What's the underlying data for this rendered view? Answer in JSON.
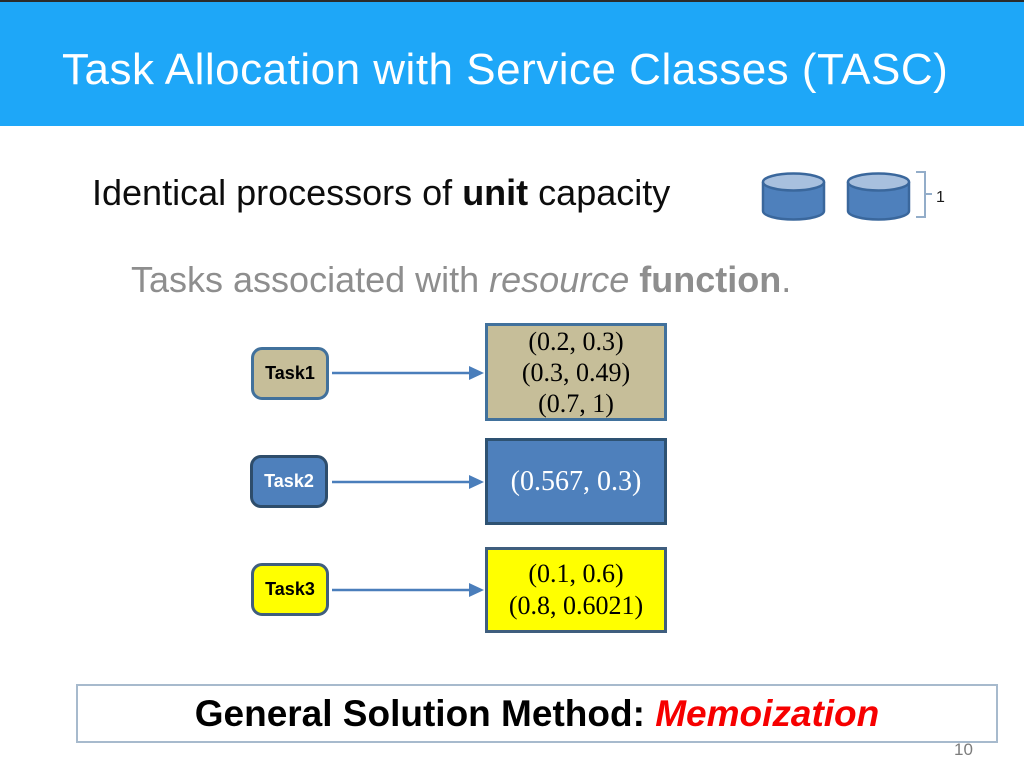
{
  "header": {
    "title": "Task Allocation with Service Classes (TASC)"
  },
  "statements": {
    "processors": {
      "prefix": "Identical processors of ",
      "bold": "unit",
      "suffix": " capacity"
    },
    "capacity_value": "1",
    "tasks": {
      "prefix": "Tasks associated with ",
      "italic": "resource ",
      "bold": "function",
      "suffix": "."
    }
  },
  "icons": {
    "processor": "database-cylinder-icon",
    "bracket": "right-square-brace"
  },
  "diagram": {
    "tasks": [
      {
        "label": "Task1",
        "fill": "#C6BE99",
        "border": "#41719C",
        "text_color": "#000000",
        "function_lines": [
          "(0.2, 0.3)",
          "(0.3, 0.49)",
          "(0.7, 1)"
        ]
      },
      {
        "label": "Task2",
        "fill": "#4E80BC",
        "border": "#2E5272",
        "text_color": "#FFFFFF",
        "function_lines": [
          "(0.567, 0.3)"
        ]
      },
      {
        "label": "Task3",
        "fill": "#FFFF00",
        "border": "#3F5E7E",
        "text_color": "#000000",
        "function_lines": [
          "(0.1, 0.6)",
          "(0.8, 0.6021)"
        ]
      }
    ]
  },
  "footer": {
    "label": "General Solution Method: ",
    "method": "Memoization"
  },
  "slide_number": "10",
  "colors": {
    "banner_blue": "#1EA7F8",
    "title_text": "#FFFFFF",
    "statement_gray": "#8E8E8E",
    "cylinder_body": "#4E80BC",
    "cylinder_top": "#A8C0DE",
    "cylinder_border": "#3A679C",
    "arrow_blue": "#4A7EBB",
    "footer_border": "#A7BACD",
    "method_red": "#F60000",
    "page_number_gray": "#7C7C7C"
  }
}
